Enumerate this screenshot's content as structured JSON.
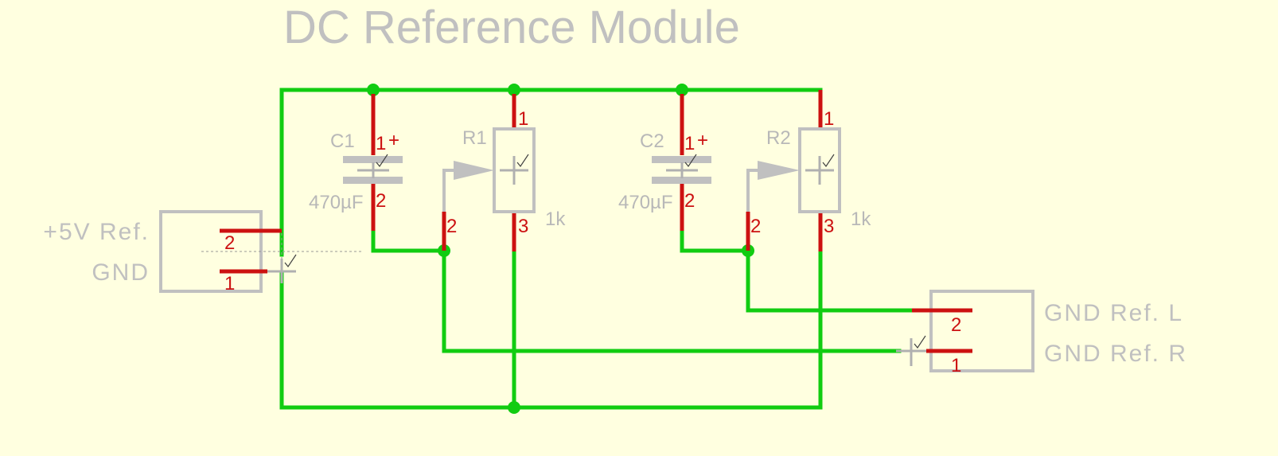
{
  "title": "DC Reference Module",
  "connector_left": {
    "labels": [
      "+5V Ref.",
      "GND"
    ],
    "pins": [
      "2",
      "1"
    ]
  },
  "c1": {
    "ref": "C1",
    "value": "470µF",
    "pin1": "1",
    "plus": "+",
    "pin2": "2"
  },
  "r1": {
    "ref": "R1",
    "value": "1k",
    "pin1": "1",
    "pin2": "2",
    "pin3": "3"
  },
  "c2": {
    "ref": "C2",
    "value": "470µF",
    "pin1": "1",
    "plus": "+",
    "pin2": "2"
  },
  "r2": {
    "ref": "R2",
    "value": "1k",
    "pin1": "1",
    "pin2": "2",
    "pin3": "3"
  },
  "connector_right": {
    "labels": [
      "GND Ref. L",
      "GND Ref. R"
    ],
    "pins": [
      "2",
      "1"
    ]
  },
  "colors": {
    "background": "#ffffe0",
    "wire": "#11cc11",
    "pin": "#cc1111",
    "component": "#c0c0c0"
  }
}
